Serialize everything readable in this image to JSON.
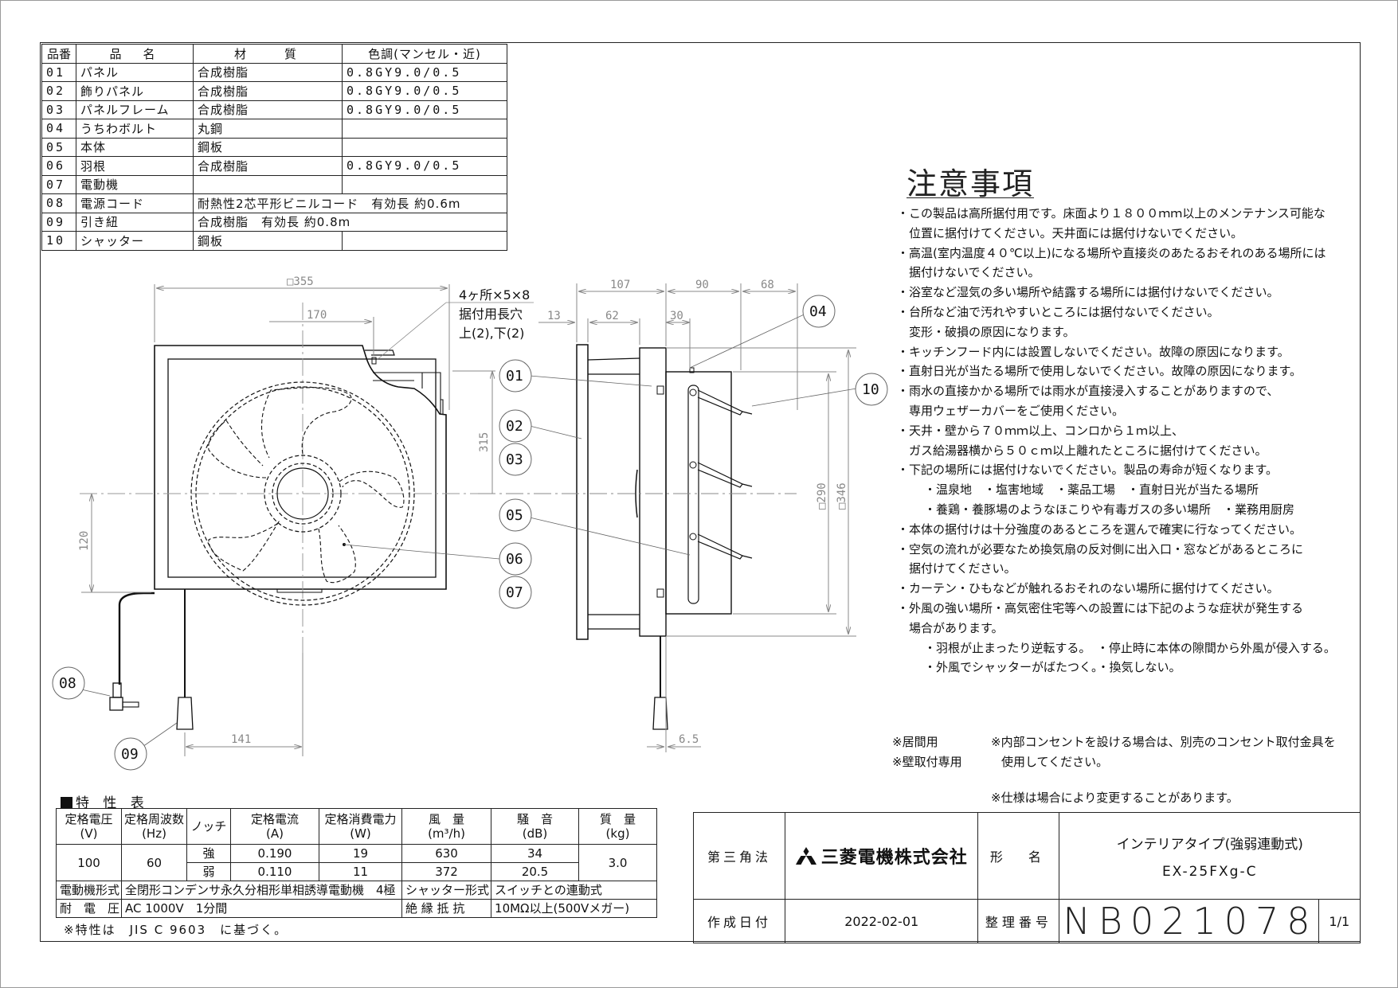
{
  "parts_table": {
    "headers": [
      "品番",
      "品　名",
      "材　　質",
      "色調(マンセル・近)"
    ],
    "rows": [
      {
        "no": "01",
        "name": "パネル",
        "material": "合成樹脂",
        "color": "0.8GY9.0/0.5"
      },
      {
        "no": "02",
        "name": "飾りパネル",
        "material": "合成樹脂",
        "color": "0.8GY9.0/0.5"
      },
      {
        "no": "03",
        "name": "パネルフレーム",
        "material": "合成樹脂",
        "color": "0.8GY9.0/0.5"
      },
      {
        "no": "04",
        "name": "うちわボルト",
        "material": "丸鋼",
        "color": ""
      },
      {
        "no": "05",
        "name": "本体",
        "material": "鋼板",
        "color": ""
      },
      {
        "no": "06",
        "name": "羽根",
        "material": "合成樹脂",
        "color": "0.8GY9.0/0.5"
      },
      {
        "no": "07",
        "name": "電動機",
        "material": "",
        "color": ""
      },
      {
        "no": "08",
        "name": "電源コード",
        "material": "耐熱性2芯平形ビニルコード　有効長 約0.6m",
        "color": null
      },
      {
        "no": "09",
        "name": "引き紐",
        "material": "合成樹脂　有効長 約0.8m",
        "color": null
      },
      {
        "no": "10",
        "name": "シャッター",
        "material": "鋼板",
        "color": ""
      }
    ]
  },
  "drawing": {
    "front_view": {
      "dims": {
        "width": "□355",
        "offset_170": "170",
        "height_315": "315",
        "height_120": "120",
        "pull_141": "141"
      },
      "hole_note": [
        "4ヶ所×5×8",
        "据付用長穴",
        "上(2),下(2)"
      ]
    },
    "side_view": {
      "dims": {
        "d107": "107",
        "d90": "90",
        "d68": "68",
        "d13": "13",
        "d62": "62",
        "d30": "30",
        "d290": "□290",
        "d346": "□346",
        "d6_5": "6.5"
      }
    },
    "callouts": [
      "01",
      "02",
      "03",
      "04",
      "05",
      "06",
      "07",
      "08",
      "09",
      "10"
    ]
  },
  "notes": {
    "title": "注意事項",
    "lines": [
      {
        "indent": 0,
        "text": "・この製品は高所据付用です。床面より１８００ｍｍ以上のメンテナンス可能な"
      },
      {
        "indent": 1,
        "text": "位置に据付けてください。天井面には据付けないでください。"
      },
      {
        "indent": 0,
        "text": "・高温(室内温度４０℃以上)になる場所や直接炎のあたるおそれのある場所には"
      },
      {
        "indent": 1,
        "text": "据付けないでください。"
      },
      {
        "indent": 0,
        "text": "・浴室など湿気の多い場所や結露する場所には据付けないでください。"
      },
      {
        "indent": 0,
        "text": "・台所など油で汚れやすいところには据付ないでください。"
      },
      {
        "indent": 1,
        "text": "変形・破損の原因になります。"
      },
      {
        "indent": 0,
        "text": "・キッチンフード内には設置しないでください。故障の原因になります。"
      },
      {
        "indent": 0,
        "text": "・直射日光が当たる場所で使用しないでください。故障の原因になります。"
      },
      {
        "indent": 0,
        "text": "・雨水の直接かかる場所では雨水が直接浸入することがありますので、"
      },
      {
        "indent": 1,
        "text": "専用ウェザーカバーをご使用ください。"
      },
      {
        "indent": 0,
        "text": "・天井・壁から７０ｍｍ以上、コンロから１ｍ以上、"
      },
      {
        "indent": 1,
        "text": "ガス給湯器横から５０ｃｍ以上離れたところに据付けてください。"
      },
      {
        "indent": 0,
        "text": "・下記の場所には据付けないでください。製品の寿命が短くなります。"
      },
      {
        "indent": 2,
        "text": "・温泉地　・塩害地域　・薬品工場　・直射日光が当たる場所"
      },
      {
        "indent": 2,
        "text": "・養鶏・養豚場のようなほこりや有毒ガスの多い場所　・業務用厨房"
      },
      {
        "indent": 0,
        "text": "・本体の据付けは十分強度のあるところを選んで確実に行なってください。"
      },
      {
        "indent": 0,
        "text": "・空気の流れが必要なため換気扇の反対側に出入口・窓などがあるところに"
      },
      {
        "indent": 1,
        "text": "据付けてください。"
      },
      {
        "indent": 0,
        "text": "・カーテン・ひもなどが触れるおそれのない場所に据付けてください。"
      },
      {
        "indent": 0,
        "text": "・外風の強い場所・高気密住宅等への設置には下記のような症状が発生する"
      },
      {
        "indent": 1,
        "text": "場合があります。"
      },
      {
        "indent": 2,
        "text": "・羽根が止まったり逆転する。　・停止時に本体の隙間から外風が侵入する。"
      },
      {
        "indent": 2,
        "text": "・外風でシャッターがばたつく。・換気しない。"
      }
    ]
  },
  "remarks": {
    "use1": "※居間用",
    "use2": "※壁取付専用",
    "outlet1": "※内部コンセントを設ける場合は、別売のコンセント取付金具を",
    "outlet2": "使用してください。",
    "change": "※仕様は場合により変更することがあります。"
  },
  "spec_table": {
    "title": "特 性 表",
    "headers": {
      "voltage": [
        "定格電圧",
        "(V)"
      ],
      "frequency": [
        "定格周波数",
        "(Hz)"
      ],
      "notch": "ノッチ",
      "current": [
        "定格電流",
        "(A)"
      ],
      "power": [
        "定格消費電力",
        "(W)"
      ],
      "airflow": [
        "風　量",
        "(m³/h)"
      ],
      "noise": [
        "騒　音",
        "(dB)"
      ],
      "mass": [
        "質　量",
        "(kg)"
      ]
    },
    "voltage": "100",
    "frequency": "60",
    "mass": "3.0",
    "rows": [
      {
        "notch": "強",
        "current": "0.190",
        "power": "19",
        "airflow": "630",
        "noise": "34"
      },
      {
        "notch": "弱",
        "current": "0.110",
        "power": "11",
        "airflow": "372",
        "noise": "20.5"
      }
    ],
    "motor_type_label": "電動機形式",
    "motor_type": "全閉形コンデンサ永久分相形単相誘導電動機　4極",
    "shutter_type_label": "シャッター形式",
    "shutter_type": "スイッチとの連動式",
    "withstand_label": "耐　電　圧",
    "withstand": "AC 1000V　1分間",
    "insulation_label": "絶 縁 抵 抗",
    "insulation": "10MΩ以上(500Vメガー)",
    "note": "※特性は　JIS C 9603　に基づく。"
  },
  "title_block": {
    "projection": "第三角法",
    "company": "三菱電機株式会社",
    "model_label": "形　名",
    "product_type": "インテリアタイプ(強弱連動式)",
    "model": "EX-25FXg-C",
    "date_label": "作成日付",
    "date": "2022-02-01",
    "number_label": "整理番号",
    "number": "NB021078",
    "sheet": "1/1"
  }
}
